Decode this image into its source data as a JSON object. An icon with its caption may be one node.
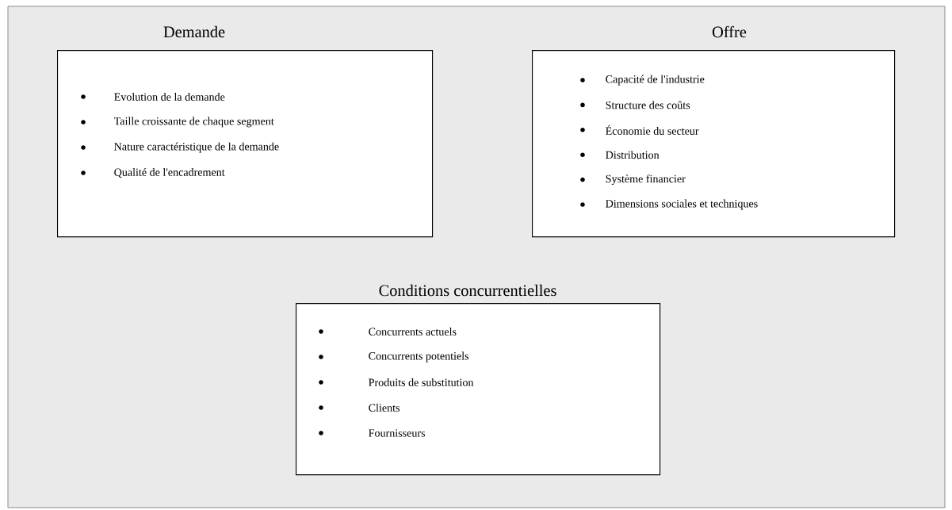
{
  "diagram": {
    "nodes": [
      {
        "text": [
          "Demande",
          "Evolution de la demande",
          "Taille croissante de chaque segment",
          "Nature caractéristique de la demande",
          "Qualité de l'encadrement"
        ]
      },
      {
        "text": [
          "Offre",
          "Capacité de l'industrie",
          "Structure des coûts",
          "Économie du secteur",
          "Distribution",
          "Système financier",
          "Dimensions sociales et techniques"
        ]
      },
      {
        "text": [
          "Conditions concurrentielles",
          "Concurrents actuels",
          "Concurrents potentiels",
          "Produits de substitution",
          "Clients",
          "Fournisseurs"
        ]
      }
    ]
  }
}
